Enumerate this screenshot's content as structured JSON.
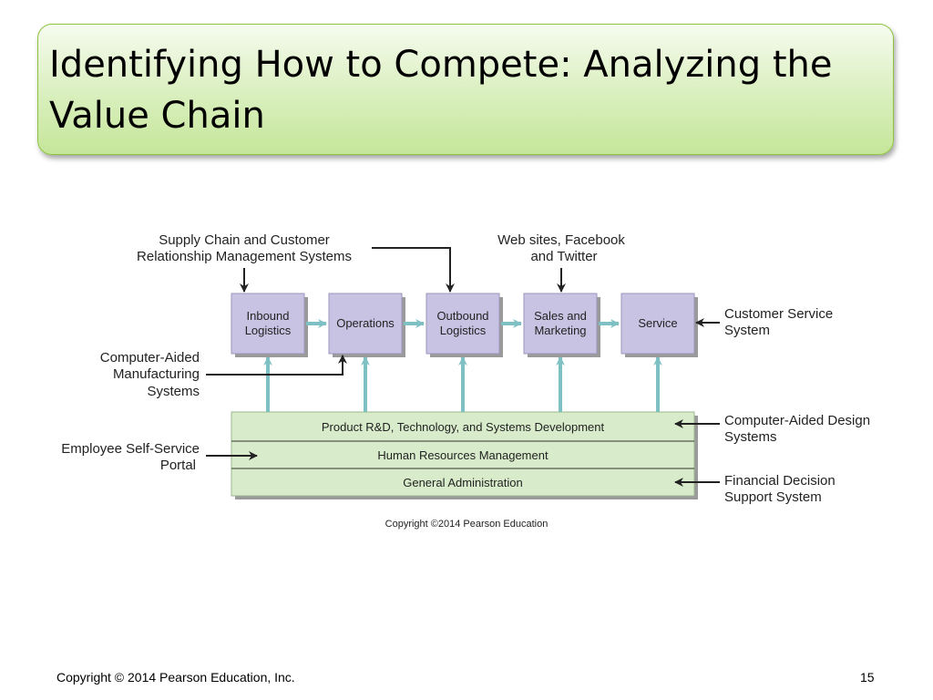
{
  "slide": {
    "title": "Identifying How to Compete: Analyzing the Value Chain",
    "footer_copyright": "Copyright © 2014 Pearson Education, Inc.",
    "page_number": "15",
    "figure_credit": "Copyright ©2014 Pearson Education"
  },
  "diagram": {
    "primary_activities": [
      [
        "Inbound",
        "Logistics"
      ],
      [
        "Operations"
      ],
      [
        "Outbound",
        "Logistics"
      ],
      [
        "Sales and",
        "Marketing"
      ],
      [
        "Service"
      ]
    ],
    "support_activities": [
      "Product R&D, Technology, and Systems Development",
      "Human Resources Management",
      "General Administration"
    ],
    "systems": {
      "supply_chain": [
        "Supply Chain and Customer",
        "Relationship Management Systems"
      ],
      "web": [
        "Web sites, Facebook",
        "and Twitter"
      ],
      "customer_service": [
        "Customer Service",
        "System"
      ],
      "cam": [
        "Computer-Aided",
        "Manufacturing",
        "Systems"
      ],
      "employee_portal": [
        "Employee Self-Service",
        "Portal"
      ],
      "cad": [
        "Computer-Aided Design",
        "Systems"
      ],
      "financial": [
        "Financial Decision",
        "Support System"
      ]
    },
    "colors": {
      "box_fill": "#c9c3e3",
      "support_fill": "#d8eccb",
      "flow_arrow": "#7fc0c4",
      "title_border": "#8cc63f"
    }
  }
}
